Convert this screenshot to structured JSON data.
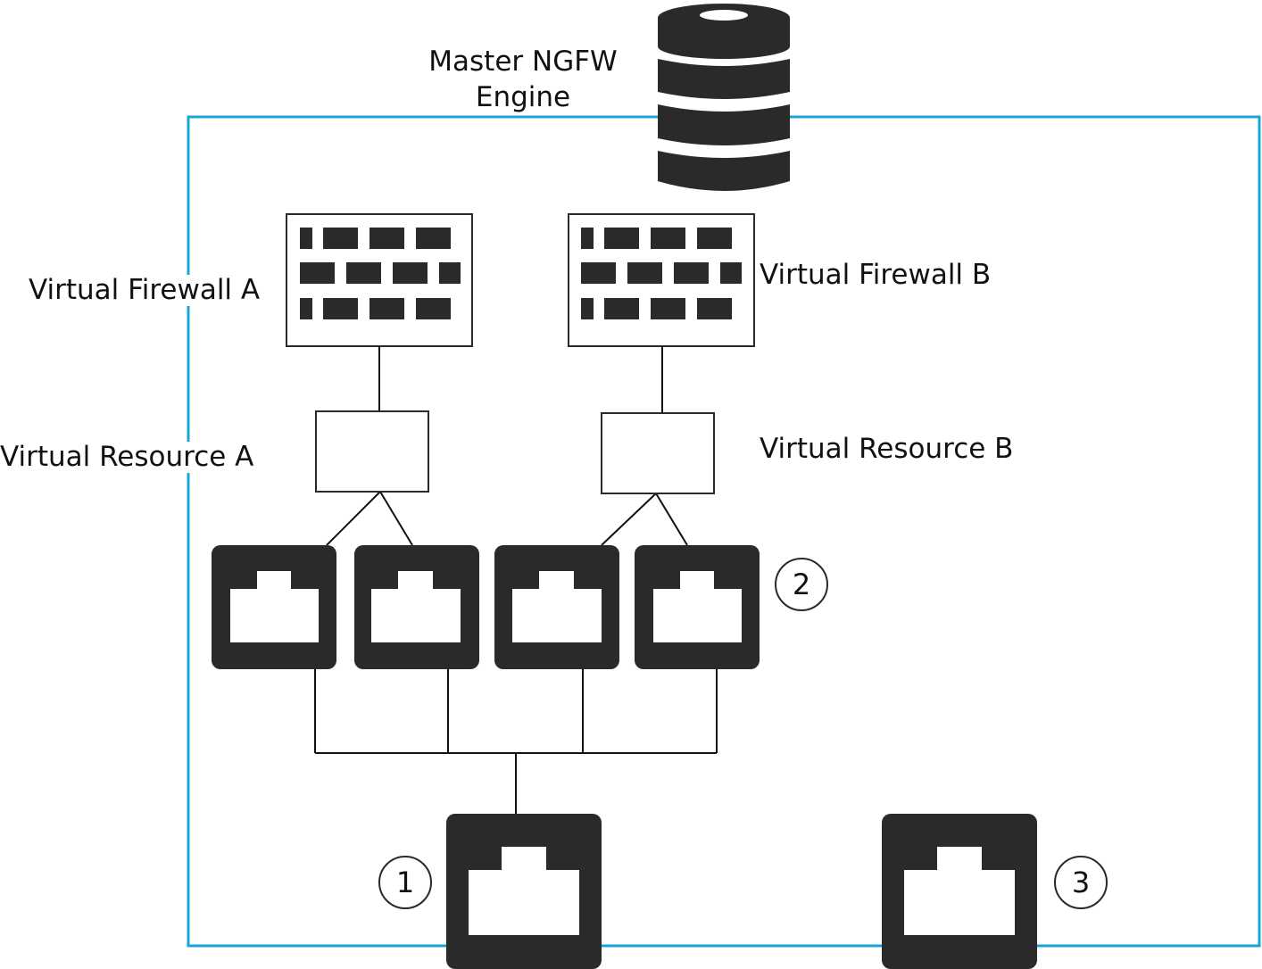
{
  "labels": {
    "master": "Master NGFW\nEngine",
    "firewall_a": "Virtual Firewall A",
    "firewall_b": "Virtual Firewall B",
    "resource_a": "Virtual Resource A",
    "resource_b": "Virtual Resource B"
  },
  "callouts": {
    "one": "1",
    "two": "2",
    "three": "3"
  },
  "colors": {
    "boundary": "#1aa3d9",
    "icon_fill": "#2a2a2a",
    "line": "#111111"
  },
  "icons": {
    "master": "database-server-icon",
    "firewall": "firewall-brick-wall-icon",
    "port": "ethernet-port-icon"
  }
}
